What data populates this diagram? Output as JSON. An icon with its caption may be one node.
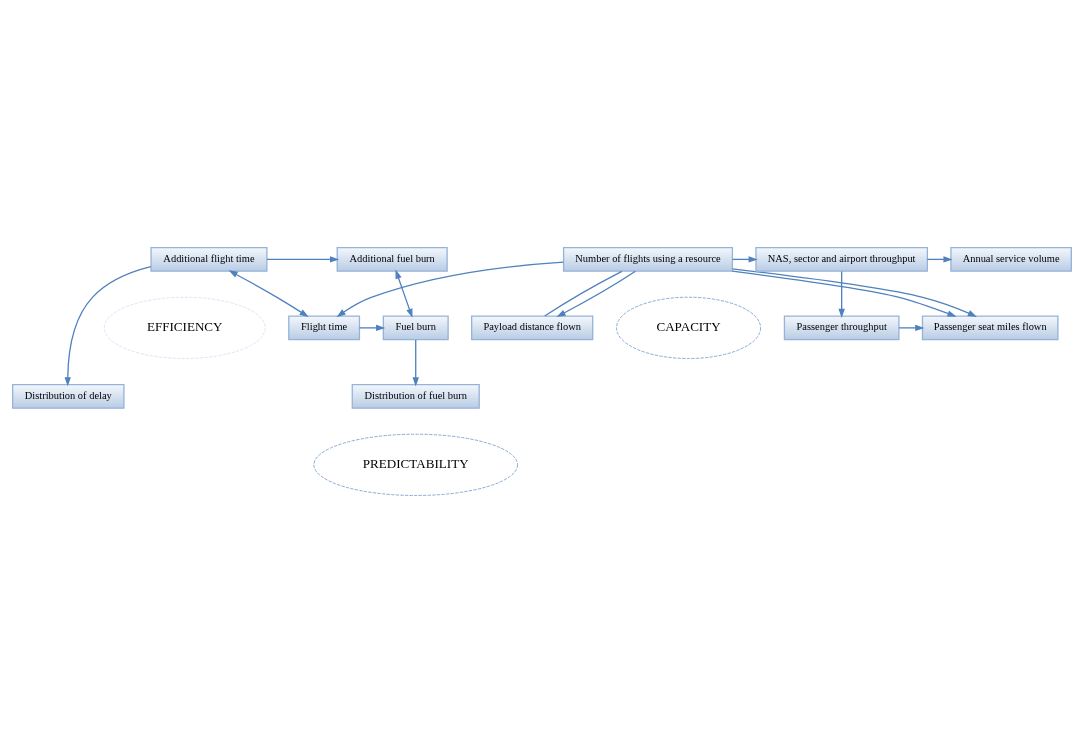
{
  "diagram": {
    "nodes": [
      {
        "text": [
          "Passenger seat miles flown"
        ]
      },
      {
        "text": [
          "Passenger throughput"
        ]
      },
      {
        "text": [
          "Number of flights using a resource"
        ]
      },
      {
        "text": [
          "NAS, sector and airport throughput"
        ]
      },
      {
        "text": [
          "Annual service volume"
        ]
      },
      {
        "text": [
          "Flight time"
        ]
      },
      {
        "text": [
          "Fuel burn"
        ]
      },
      {
        "text": [
          "Additional fuel burn"
        ]
      },
      {
        "text": [
          "Payload distance flown"
        ]
      },
      {
        "text": [
          "Additional flight time"
        ]
      },
      {
        "text": [
          "Distribution of fuel burn"
        ]
      },
      {
        "text": [
          "Distribution of delay"
        ]
      },
      {
        "text": [
          "CAPACITY"
        ]
      },
      {
        "text": [
          "EFFICIENCY"
        ]
      },
      {
        "text": [
          "PREDICTABILITY"
        ]
      }
    ],
    "edges": [
      {
        "from": 1,
        "to": 0,
        "arrow": "to"
      },
      {
        "from": 2,
        "to": 0,
        "arrow": "to"
      },
      {
        "from": 2,
        "to": 0,
        "arrow": "to"
      },
      {
        "from": 2,
        "to": 3,
        "arrow": "to"
      },
      {
        "from": 3,
        "to": 1,
        "arrow": "to"
      },
      {
        "from": 3,
        "to": 4,
        "arrow": "to"
      },
      {
        "from": 2,
        "to": 8,
        "arrow": "none"
      },
      {
        "from": 2,
        "to": 8,
        "arrow": "to"
      },
      {
        "from": 2,
        "to": 5,
        "arrow": "to"
      },
      {
        "from": 5,
        "to": 6,
        "arrow": "to"
      },
      {
        "from": 6,
        "to": 10,
        "arrow": "to"
      },
      {
        "from": 7,
        "to": 6,
        "arrow": "both"
      },
      {
        "from": 9,
        "to": 7,
        "arrow": "to"
      },
      {
        "from": 9,
        "to": 5,
        "arrow": "both"
      },
      {
        "from": 9,
        "to": 11,
        "arrow": "to"
      }
    ]
  }
}
